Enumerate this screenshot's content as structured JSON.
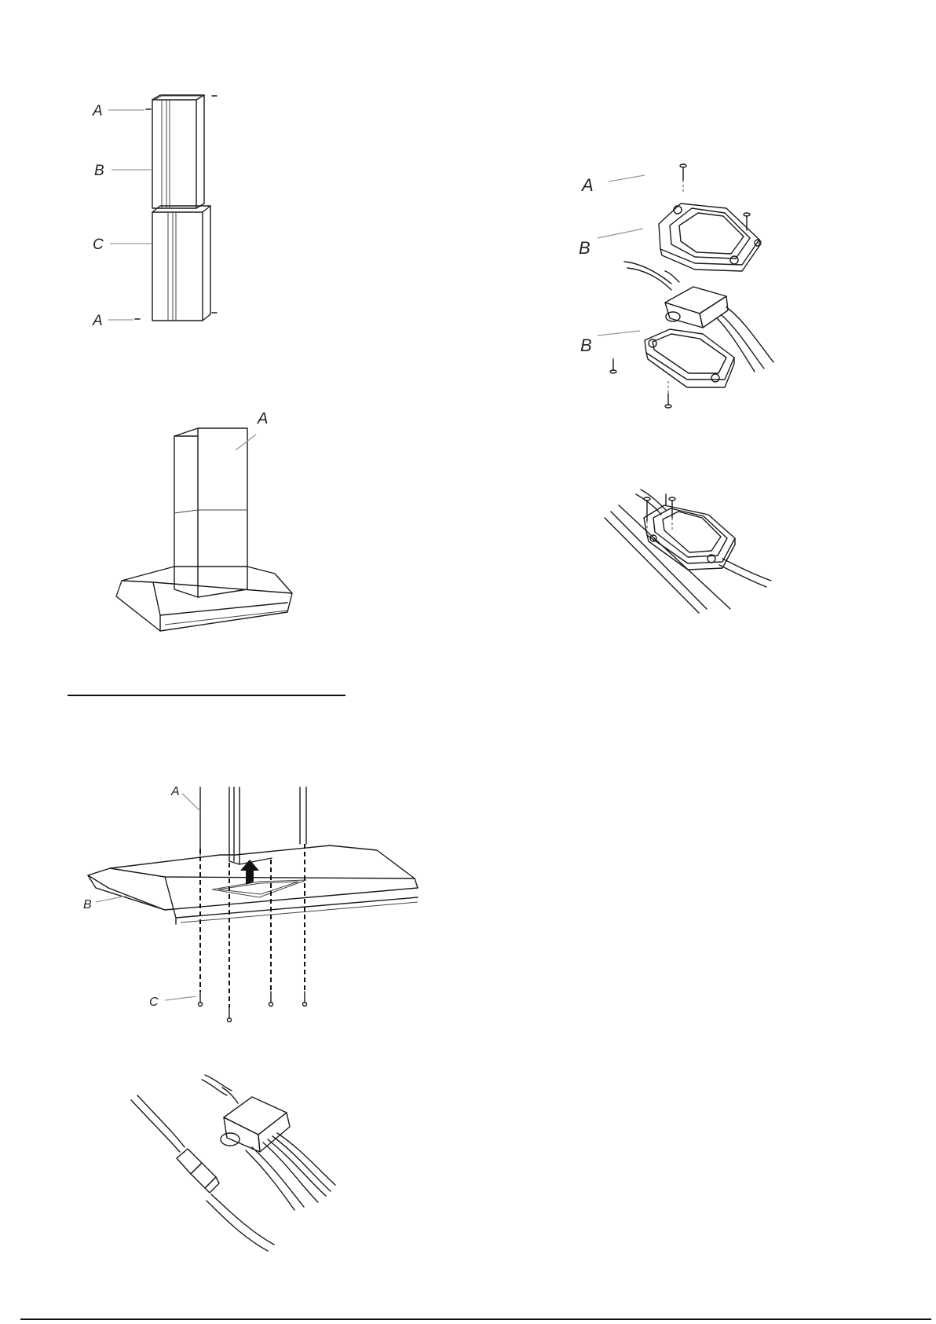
{
  "figures": {
    "chimney_sections": {
      "labels": {
        "a_top": "A",
        "b": "B",
        "c": "C",
        "a_bottom": "A"
      }
    },
    "assembled_hood": {
      "labels": {
        "a": "A"
      }
    },
    "hood_mounting": {
      "labels": {
        "a": "A",
        "b": "B",
        "c": "C"
      }
    },
    "cable_connector": {
      "labels": {}
    },
    "junction_box_exploded": {
      "labels": {
        "a": "A",
        "b_top": "B",
        "b_bottom": "B"
      }
    },
    "junction_box_mounted": {
      "labels": {}
    }
  }
}
